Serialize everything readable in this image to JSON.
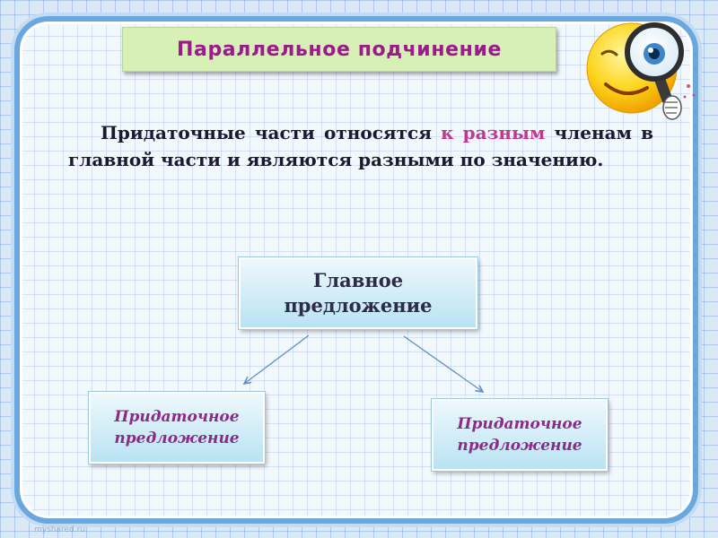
{
  "title": "Параллельное  подчинение",
  "paragraph": {
    "part1": "Придаточные части относятся ",
    "highlight": "к разным",
    "part2": " членам в главной части и являются разными по значению."
  },
  "diagram": {
    "main_line1": "Главное",
    "main_line2": "предложение",
    "left_line1": "Придаточное",
    "left_line2": "предложение",
    "right_line1": "Придаточное",
    "right_line2": "предложение"
  },
  "watermark": "myshared.ru",
  "colors": {
    "title_text": "#9c1a8c",
    "title_bg": "#d7f0b6",
    "highlight": "#c0388f",
    "box_gradient_bottom": "#b9e3f3",
    "frame_border": "#6aa7de",
    "connector": "#5f8fc4"
  },
  "icons": {
    "decoration": "smiley-magnifier-icon"
  }
}
